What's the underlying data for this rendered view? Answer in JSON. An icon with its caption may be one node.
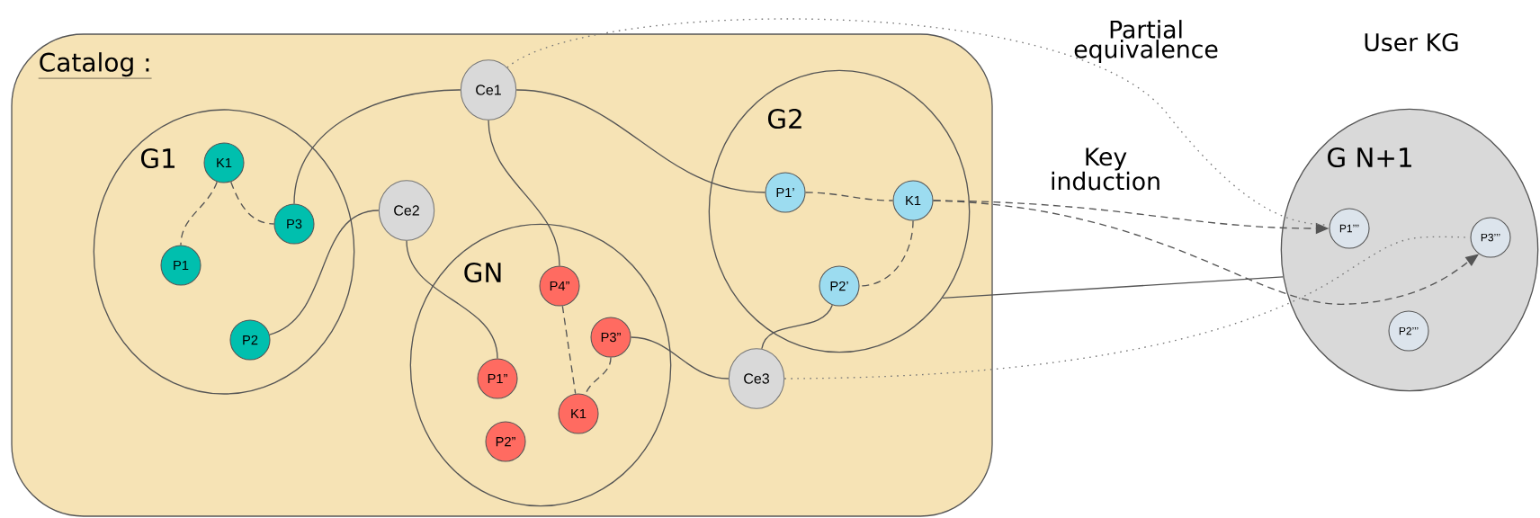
{
  "diagram": {
    "nodes": [
      {
        "text": [
          "Catalog :"
        ]
      },
      {
        "text": [
          "G1"
        ],
        "in": 0
      },
      {
        "text": [
          "K1"
        ],
        "in": 1
      },
      {
        "text": [
          "P3"
        ],
        "in": 1
      },
      {
        "text": [
          "P1"
        ],
        "in": 1
      },
      {
        "text": [
          "P2"
        ],
        "in": 1
      },
      {
        "text": [
          "Ce1"
        ],
        "in": 0
      },
      {
        "text": [
          "Ce2"
        ],
        "in": 0
      },
      {
        "text": [
          "GN"
        ],
        "in": 0
      },
      {
        "text": [
          "P4”"
        ],
        "in": 8
      },
      {
        "text": [
          "P3”"
        ],
        "in": 8
      },
      {
        "text": [
          "P1”"
        ],
        "in": 8
      },
      {
        "text": [
          "K1"
        ],
        "in": 8
      },
      {
        "text": [
          "P2”"
        ],
        "in": 8
      },
      {
        "text": [
          "Ce3"
        ],
        "in": 0
      },
      {
        "text": [
          "G2"
        ],
        "in": 0
      },
      {
        "text": [
          "P1’"
        ],
        "in": 15
      },
      {
        "text": [
          "K1"
        ],
        "in": 15
      },
      {
        "text": [
          "P2’"
        ],
        "in": 15
      },
      {
        "text": [
          "G N+1"
        ]
      },
      {
        "text": [
          "P1’’’"
        ],
        "in": 19
      },
      {
        "text": [
          "P3’’’"
        ],
        "in": 19
      },
      {
        "text": [
          "P2’’’"
        ],
        "in": 19
      }
    ],
    "edges": [
      {
        "from": 2,
        "to": 4,
        "arrow": "none",
        "style": "dashed"
      },
      {
        "from": 2,
        "to": 3,
        "arrow": "none",
        "style": "dashed"
      },
      {
        "from": 6,
        "to": 3,
        "arrow": "none"
      },
      {
        "from": 7,
        "to": 5,
        "arrow": "none"
      },
      {
        "from": 6,
        "to": 9,
        "arrow": "none"
      },
      {
        "from": 7,
        "to": 11,
        "arrow": "none"
      },
      {
        "from": 9,
        "to": 12,
        "arrow": "none",
        "style": "dashed"
      },
      {
        "from": 10,
        "to": 12,
        "arrow": "none",
        "style": "dashed"
      },
      {
        "from": 6,
        "to": 16,
        "arrow": "none"
      },
      {
        "from": 16,
        "to": 17,
        "arrow": "none",
        "style": "dashed"
      },
      {
        "from": 17,
        "to": 18,
        "arrow": "none",
        "style": "dashed"
      },
      {
        "from": 10,
        "to": 14,
        "arrow": "none"
      },
      {
        "from": 14,
        "to": 18,
        "arrow": "none"
      },
      {
        "from": 15,
        "to": 19,
        "arrow": "none"
      },
      {
        "from": 17,
        "to": 20,
        "arrow": "to",
        "style": "dashed",
        "label": "Key induction"
      },
      {
        "from": 17,
        "to": 21,
        "arrow": "to",
        "style": "dashed"
      },
      {
        "from": 6,
        "to": 20,
        "arrow": "none",
        "style": "dashed",
        "color": "#777777",
        "label": "Partial equivalence"
      },
      {
        "from": 14,
        "to": 21,
        "arrow": "none",
        "style": "dashed",
        "color": "#777777"
      }
    ],
    "labels": [
      "User KG"
    ]
  }
}
